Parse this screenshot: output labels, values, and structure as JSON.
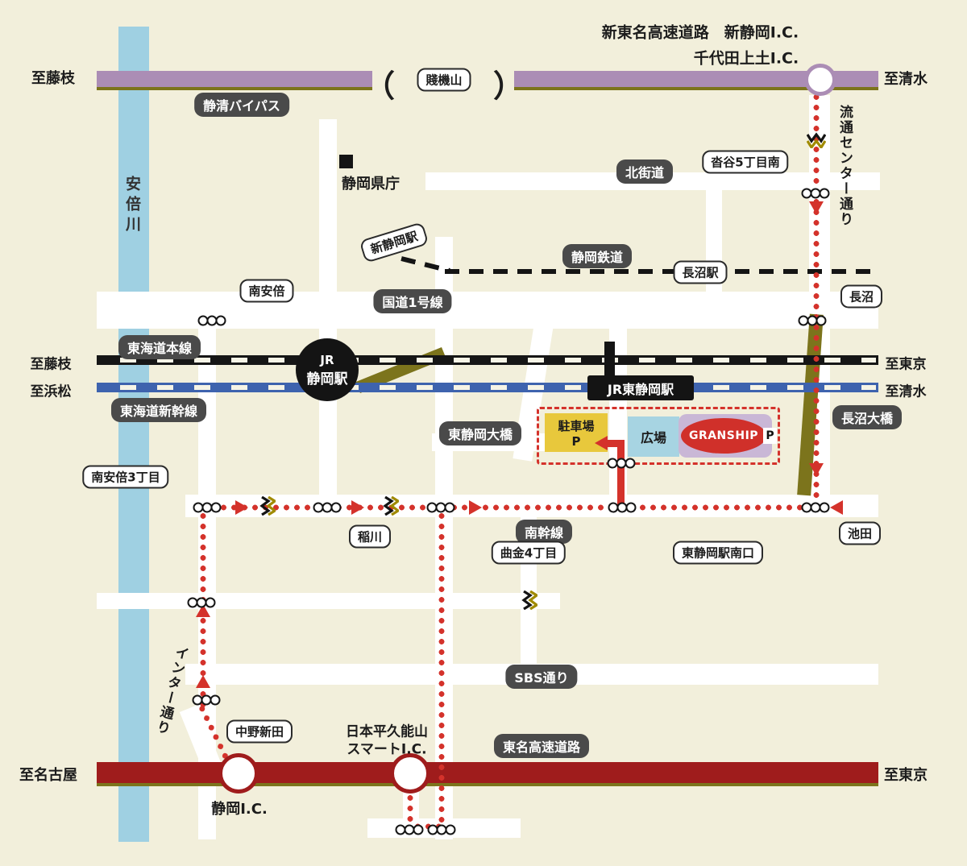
{
  "top": {
    "shin_tomei": "新東名高速道路　新静岡I.C.",
    "chiyoda_ic": "千代田上土I.C.",
    "to_fujieda": "至藤枝",
    "to_shimizu": "至清水",
    "bypass": "静清バイパス",
    "shizuhatayama": "賤機山",
    "paren_left": "（",
    "paren_right": "）",
    "kitakaido": "北街道",
    "kutsunoya": "沓谷5丁目南",
    "ryutsu_center_dori": "流通センター通り"
  },
  "mid": {
    "abekawa": "安倍川",
    "kencho": "静岡県庁",
    "shin_shizuoka_sta": "新静岡駅",
    "shizutetsu": "静岡鉄道",
    "naganuma_sta": "長沼駅",
    "minami_abe": "南安倍",
    "route1": "国道1号線",
    "naganuma": "長沼",
    "tokaido_line": "東海道本線",
    "shinkansen": "東海道新幹線",
    "to_fujieda": "至藤枝",
    "to_hamamatsu": "至浜松",
    "to_tokyo": "至東京",
    "to_shimizu": "至清水",
    "jr_shizuoka_1": "JR",
    "jr_shizuoka_2": "静岡駅",
    "jr_higashi_shizuoka": "JR東静岡駅",
    "higashi_shizuoka_ohashi": "東静岡大橋",
    "naganuma_ohashi": "長沼大橋"
  },
  "facility": {
    "parking": "駐車場",
    "parking_p": "P",
    "hiroba": "広場",
    "granship": "GRANSHIP",
    "p_right": "P"
  },
  "south": {
    "minami_abe_3": "南安倍3丁目",
    "inagawa": "稲川",
    "nankansen": "南幹線",
    "magarikane": "曲金4丁目",
    "minamiguchi": "東静岡駅南口",
    "ikeda": "池田",
    "inter_dori": "インター通り",
    "nakano_shinden": "中野新田",
    "sbs": "SBS通り"
  },
  "bottom": {
    "nihondaira_1": "日本平久能山",
    "nihondaira_2": "スマートI.C.",
    "tomei": "東名高速道路",
    "to_nagoya": "至名古屋",
    "to_tokyo": "至東京",
    "shizuoka_ic": "静岡I.C."
  }
}
